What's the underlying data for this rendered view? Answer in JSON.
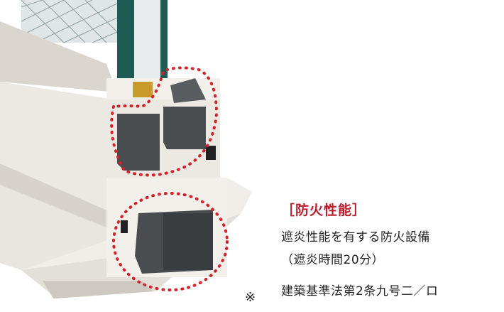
{
  "illustration": {
    "colors": {
      "frame": "#ece8e2",
      "frame_shade": "#cfcac2",
      "glass_edge": "#1f5b55",
      "dark_interior": "#4a4d50",
      "highlight_ring": "#d2232a",
      "gasket": "#c99a2c"
    }
  },
  "note_mark": "※",
  "caption": {
    "heading": "［防火性能］",
    "line1": "遮炎性能を有する防火設備",
    "line2": "（遮炎時間20分）",
    "line3": "建築基準法第2条九号二／ロ"
  }
}
